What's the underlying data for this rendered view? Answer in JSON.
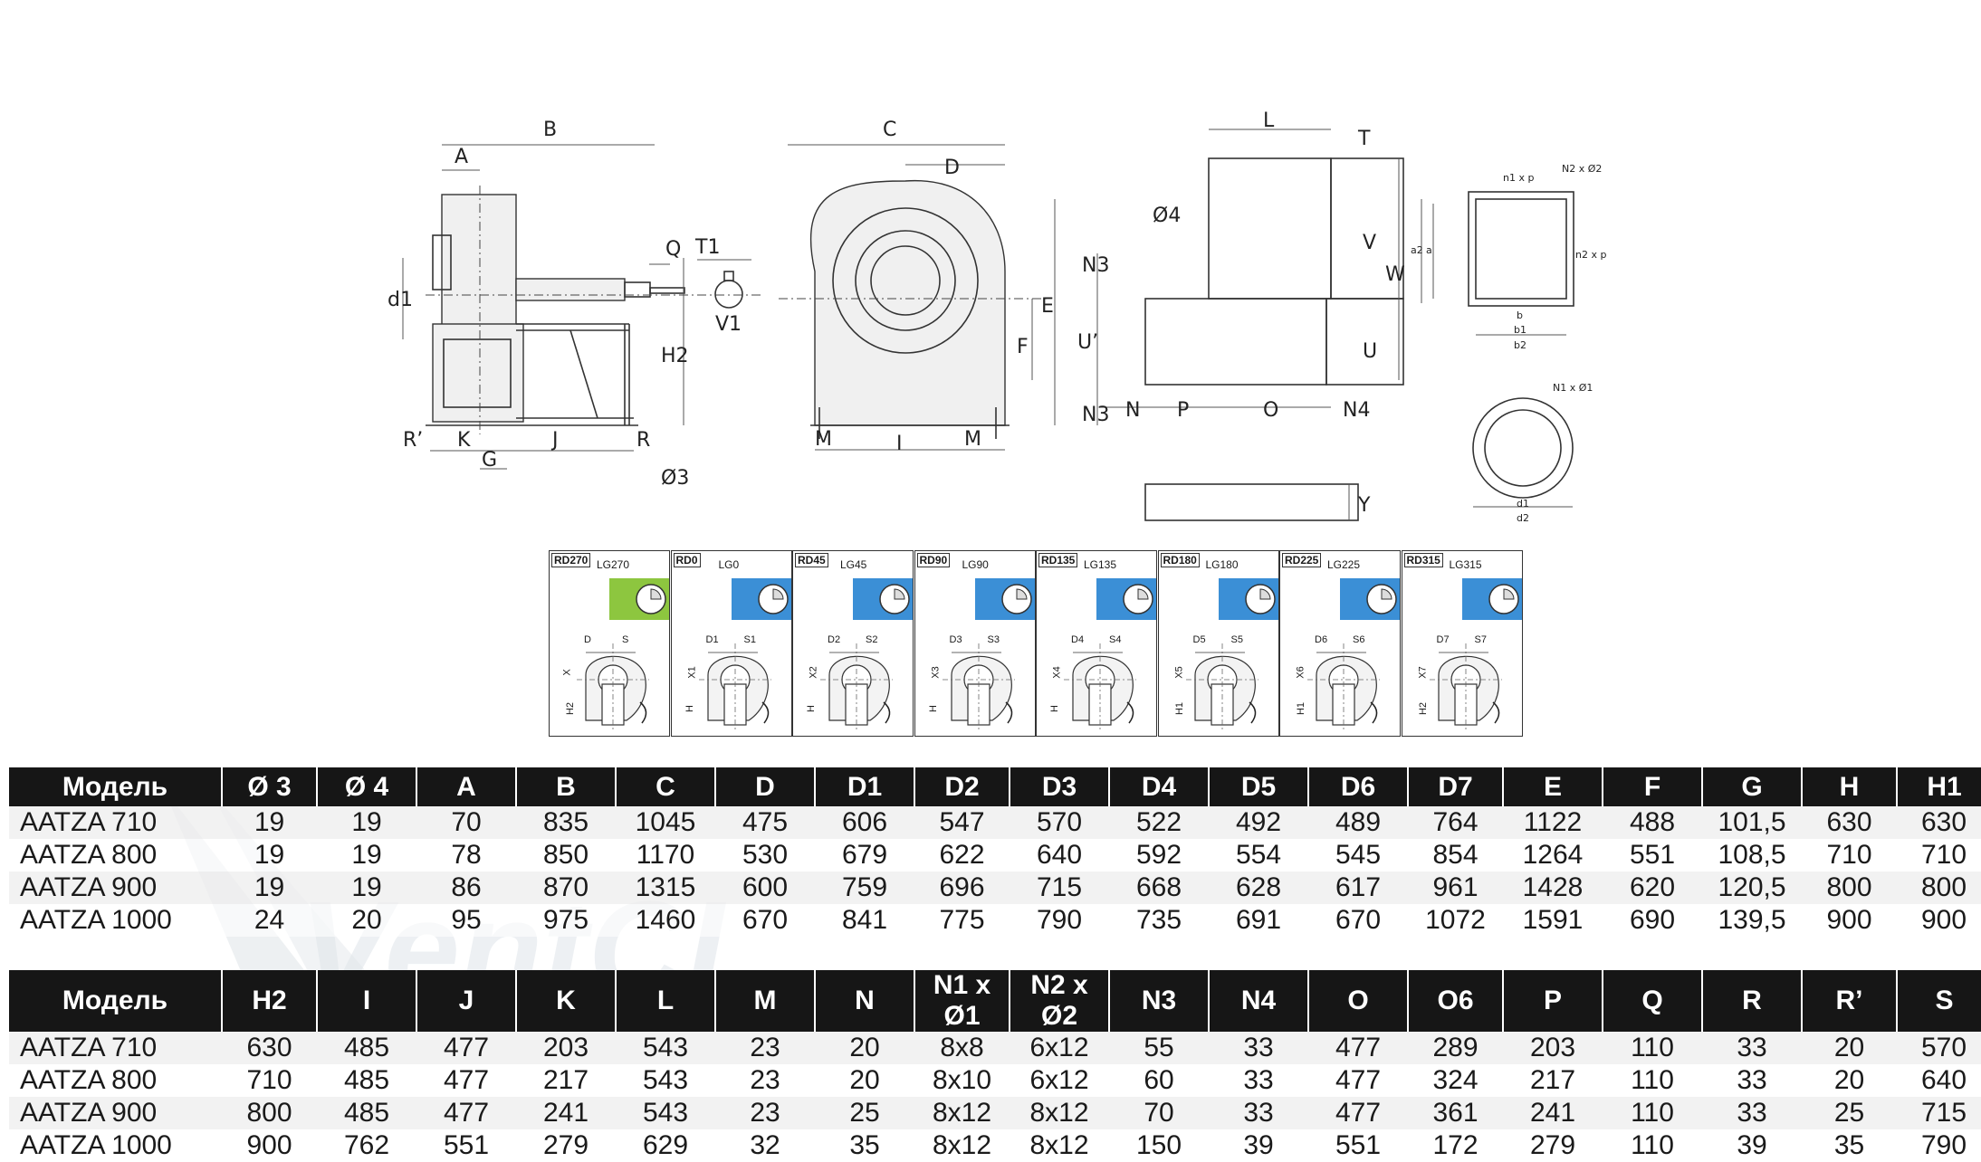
{
  "drawing_labels": {
    "side": [
      "B",
      "A",
      "Q",
      "T1",
      "d1",
      "V1",
      "H2",
      "R’",
      "K",
      "J",
      "R",
      "G",
      "Ø3"
    ],
    "front": [
      "C",
      "D",
      "E",
      "F",
      "M",
      "I",
      "M"
    ],
    "plan": [
      "L",
      "T",
      "Ø4",
      "N3",
      "V",
      "W",
      "U’",
      "U",
      "N3",
      "N",
      "P",
      "O",
      "N4",
      "Y"
    ],
    "flange_rect": [
      "n1 x p",
      "N2 x Ø2",
      "a2",
      "a",
      "n2 x p",
      "b",
      "b1",
      "b2"
    ],
    "flange_round": [
      "N1 x Ø1",
      "d1",
      "d2"
    ]
  },
  "orientations": [
    {
      "rd": "RD270",
      "lg": "LG270",
      "color": "#8dc63f",
      "labels": [
        "D",
        "S",
        "X",
        "H2"
      ]
    },
    {
      "rd": "RD0",
      "lg": "LG0",
      "color": "#3b8fd6",
      "labels": [
        "D1",
        "S1",
        "X1",
        "H"
      ]
    },
    {
      "rd": "RD45",
      "lg": "LG45",
      "color": "#3b8fd6",
      "labels": [
        "D2",
        "S2",
        "X2",
        "H"
      ]
    },
    {
      "rd": "RD90",
      "lg": "LG90",
      "color": "#3b8fd6",
      "labels": [
        "D3",
        "S3",
        "X3",
        "H"
      ]
    },
    {
      "rd": "RD135",
      "lg": "LG135",
      "color": "#3b8fd6",
      "labels": [
        "D4",
        "S4",
        "X4",
        "H"
      ]
    },
    {
      "rd": "RD180",
      "lg": "LG180",
      "color": "#3b8fd6",
      "labels": [
        "D5",
        "S5",
        "X5",
        "H1"
      ]
    },
    {
      "rd": "RD225",
      "lg": "LG225",
      "color": "#3b8fd6",
      "labels": [
        "D6",
        "S6",
        "X6",
        "H1"
      ]
    },
    {
      "rd": "RD315",
      "lg": "LG315",
      "color": "#3b8fd6",
      "labels": [
        "D7",
        "S7",
        "X7",
        "H2"
      ]
    }
  ],
  "table1": {
    "headers": [
      "Модель",
      "Ø 3",
      "Ø 4",
      "A",
      "B",
      "C",
      "D",
      "D1",
      "D2",
      "D3",
      "D4",
      "D5",
      "D6",
      "D7",
      "E",
      "F",
      "G",
      "H",
      "H1"
    ],
    "rows": [
      [
        "AATZA 710",
        "19",
        "19",
        "70",
        "835",
        "1045",
        "475",
        "606",
        "547",
        "570",
        "522",
        "492",
        "489",
        "764",
        "1122",
        "488",
        "101,5",
        "630",
        "630"
      ],
      [
        "AATZA 800",
        "19",
        "19",
        "78",
        "850",
        "1170",
        "530",
        "679",
        "622",
        "640",
        "592",
        "554",
        "545",
        "854",
        "1264",
        "551",
        "108,5",
        "710",
        "710"
      ],
      [
        "AATZA 900",
        "19",
        "19",
        "86",
        "870",
        "1315",
        "600",
        "759",
        "696",
        "715",
        "668",
        "628",
        "617",
        "961",
        "1428",
        "620",
        "120,5",
        "800",
        "800"
      ],
      [
        "AATZA 1000",
        "24",
        "20",
        "95",
        "975",
        "1460",
        "670",
        "841",
        "775",
        "790",
        "735",
        "691",
        "670",
        "1072",
        "1591",
        "690",
        "139,5",
        "900",
        "900"
      ]
    ]
  },
  "table2": {
    "headers": [
      "Модель",
      "H2",
      "I",
      "J",
      "K",
      "L",
      "M",
      "N",
      "N1 x Ø1",
      "N2 x Ø2",
      "N3",
      "N4",
      "O",
      "O6",
      "P",
      "Q",
      "R",
      "R’",
      "S"
    ],
    "rows": [
      [
        "AATZA 710",
        "630",
        "485",
        "477",
        "203",
        "543",
        "23",
        "20",
        "8x8",
        "6x12",
        "55",
        "33",
        "477",
        "289",
        "203",
        "110",
        "33",
        "20",
        "570"
      ],
      [
        "AATZA 800",
        "710",
        "485",
        "477",
        "217",
        "543",
        "23",
        "20",
        "8x10",
        "6x12",
        "60",
        "33",
        "477",
        "324",
        "217",
        "110",
        "33",
        "20",
        "640"
      ],
      [
        "AATZA 900",
        "800",
        "485",
        "477",
        "241",
        "543",
        "23",
        "25",
        "8x12",
        "8x12",
        "70",
        "33",
        "477",
        "361",
        "241",
        "110",
        "33",
        "25",
        "715"
      ],
      [
        "AATZA 1000",
        "900",
        "762",
        "551",
        "279",
        "629",
        "32",
        "35",
        "8x12",
        "8x12",
        "150",
        "39",
        "551",
        "172",
        "279",
        "110",
        "39",
        "35",
        "790"
      ]
    ]
  },
  "watermark": {
    "text": "VentCL"
  }
}
